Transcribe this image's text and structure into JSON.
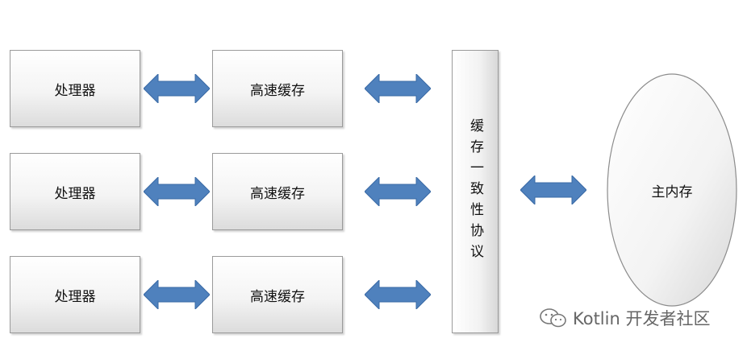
{
  "processors": [
    {
      "label": "处理器"
    },
    {
      "label": "处理器"
    },
    {
      "label": "处理器"
    }
  ],
  "caches": [
    {
      "label": "高速缓存"
    },
    {
      "label": "高速缓存"
    },
    {
      "label": "高速缓存"
    }
  ],
  "protocol": {
    "label": "缓存一致性协议"
  },
  "memory": {
    "label": "主内存"
  },
  "watermark": {
    "text": "Kotlin 开发者社区",
    "icon": "wechat-icon"
  },
  "colors": {
    "arrow": "#4f81bd",
    "arrow_border": "#3a6aa5",
    "box_border": "#9a9a9a"
  }
}
